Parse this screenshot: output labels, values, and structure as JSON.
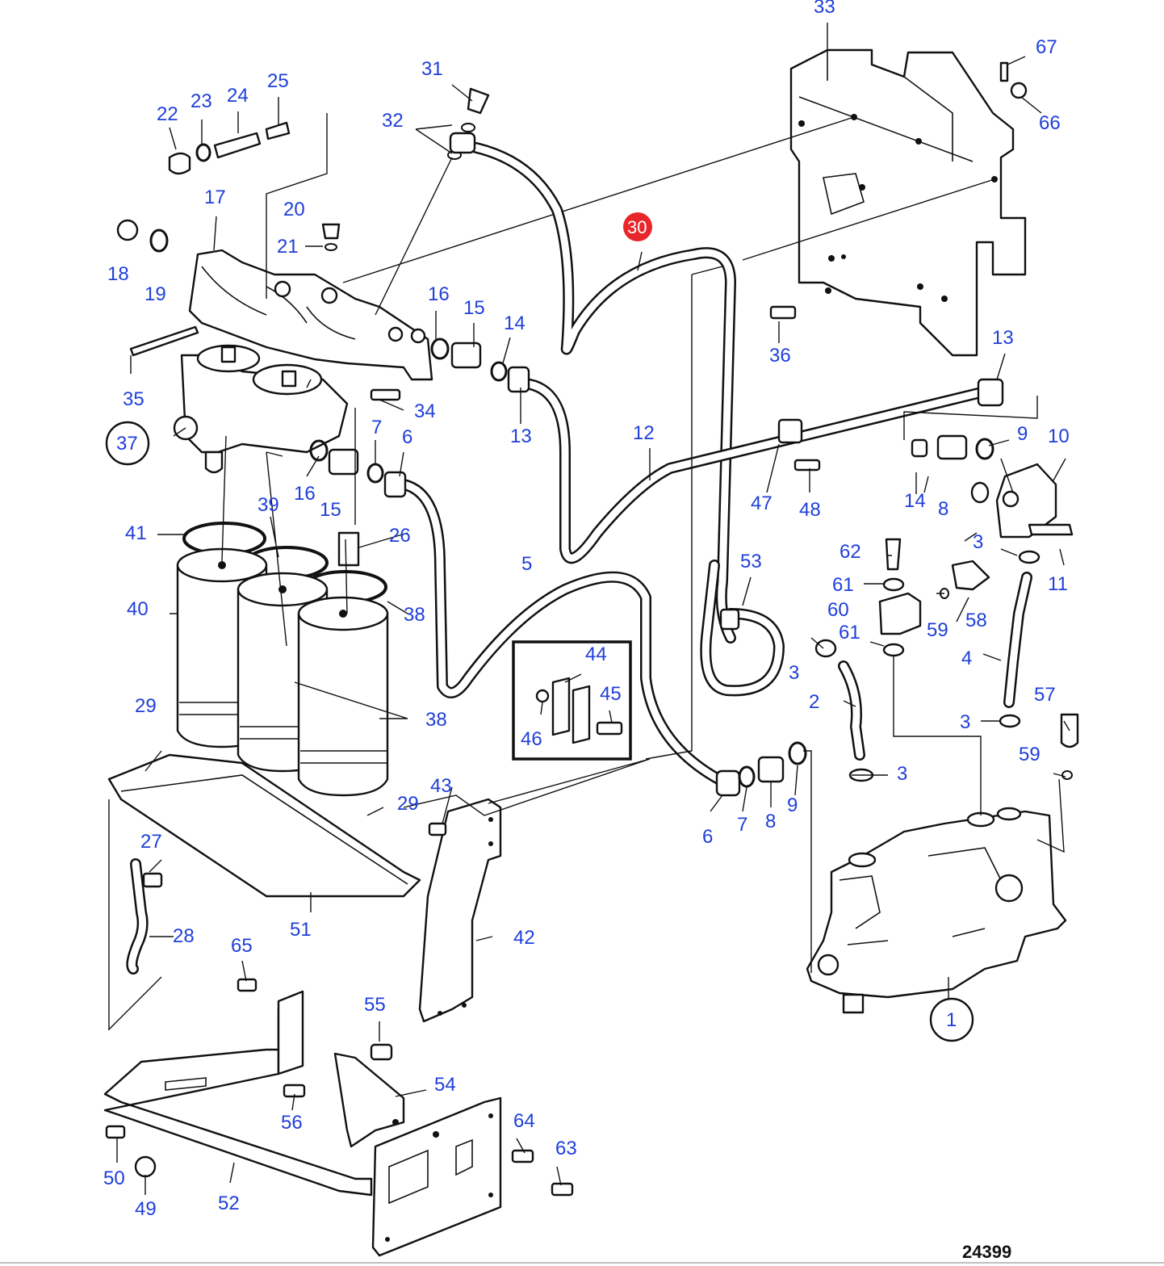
{
  "figure_number": "24399",
  "highlighted_label": "30",
  "colors": {
    "label": "#1f3fd9",
    "highlight": "#e8262b",
    "line": "#111111"
  },
  "labels": {
    "l1": "1",
    "l2": "2",
    "l3": "3",
    "l4": "4",
    "l5": "5",
    "l6": "6",
    "l7": "7",
    "l8": "8",
    "l9": "9",
    "l10": "10",
    "l11": "11",
    "l12": "12",
    "l13": "13",
    "l14": "14",
    "l15": "15",
    "l16": "16",
    "l17": "17",
    "l18": "18",
    "l19": "19",
    "l20": "20",
    "l21": "21",
    "l22": "22",
    "l23": "23",
    "l24": "24",
    "l25": "25",
    "l26": "26",
    "l27": "27",
    "l28": "28",
    "l29": "29",
    "l30": "30",
    "l31": "31",
    "l32": "32",
    "l33": "33",
    "l34": "34",
    "l35": "35",
    "l36": "36",
    "l37": "37",
    "l38": "38",
    "l39": "39",
    "l40": "40",
    "l41": "41",
    "l42": "42",
    "l43": "43",
    "l44": "44",
    "l45": "45",
    "l46": "46",
    "l47": "47",
    "l48": "48",
    "l49": "49",
    "l50": "50",
    "l51": "51",
    "l52": "52",
    "l53": "53",
    "l54": "54",
    "l55": "55",
    "l56": "56",
    "l57": "57",
    "l58": "58",
    "l59": "59",
    "l60": "60",
    "l61": "61",
    "l62": "62",
    "l63": "63",
    "l64": "64",
    "l65": "65",
    "l66": "66",
    "l67": "67"
  }
}
